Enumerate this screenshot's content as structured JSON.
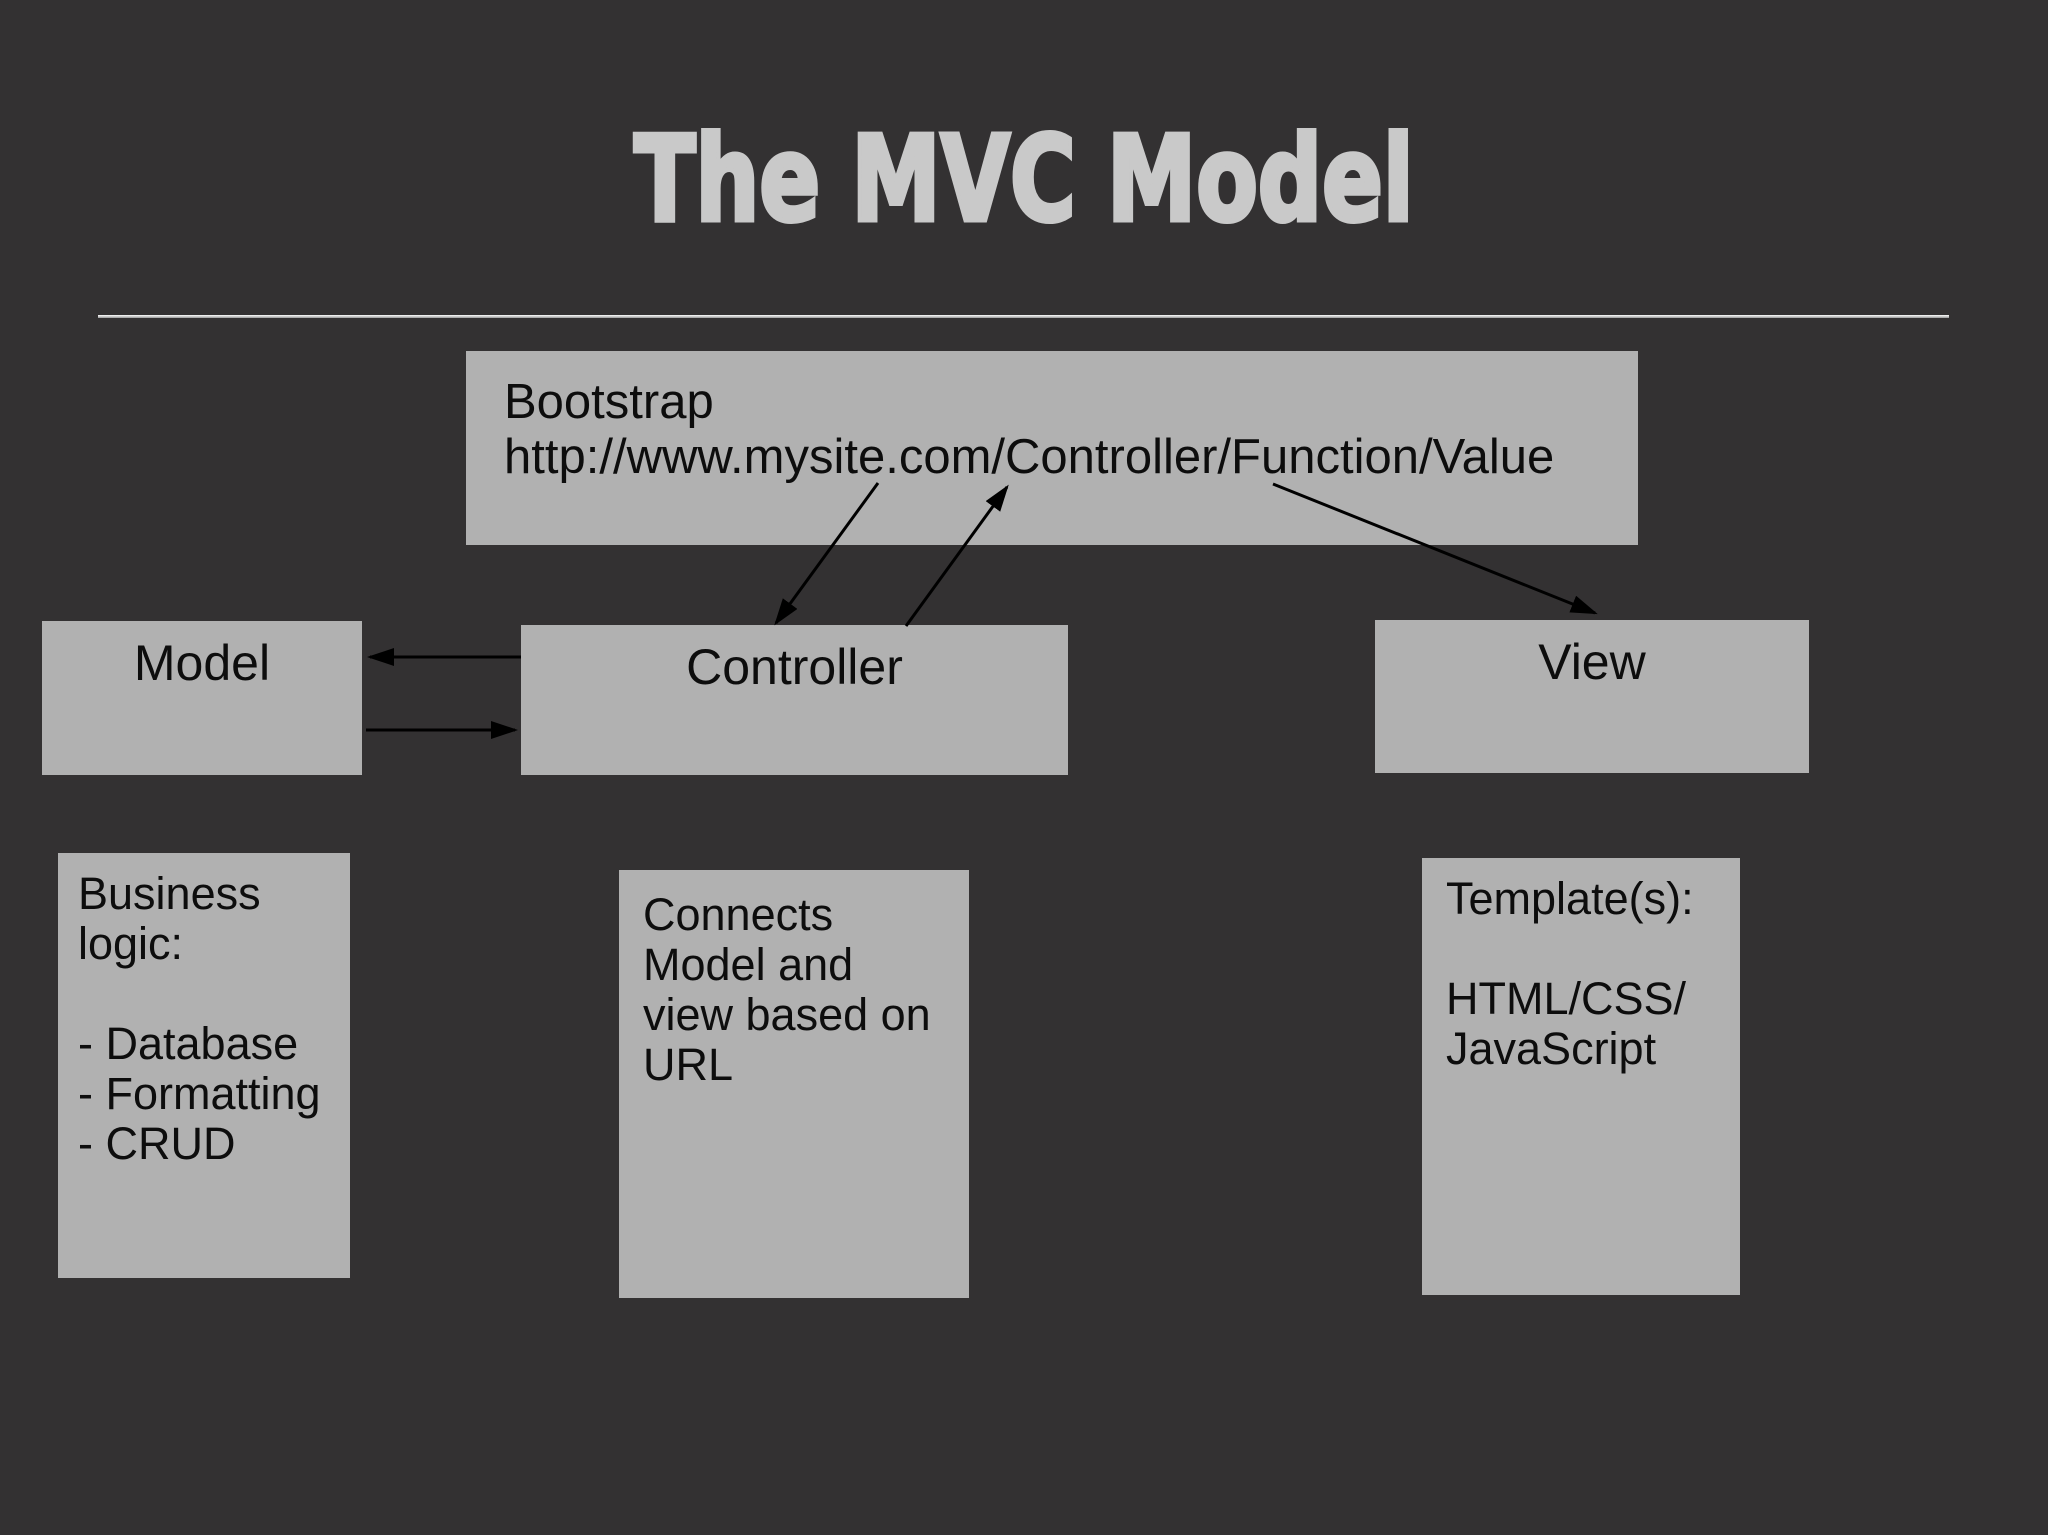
{
  "slide": {
    "title": "The MVC Model",
    "bootstrap": {
      "title": "Bootstrap",
      "url": "http://www.mysite.com/Controller/Function/Value"
    },
    "boxes": {
      "model": "Model",
      "controller": "Controller",
      "view": "View"
    },
    "notes": {
      "model": "Business\nlogic:\n\n- Database\n- Formatting\n- CRUD",
      "controller": "Connects\nModel and\nview based on\nURL",
      "view": "Template(s):\n\nHTML/CSS/\nJavaScript"
    },
    "arrows": [
      {
        "from": "bootstrap-url",
        "to": "controller"
      },
      {
        "from": "controller",
        "to": "bootstrap-url"
      },
      {
        "from": "bootstrap-url",
        "to": "view"
      },
      {
        "from": "controller",
        "to": "model"
      },
      {
        "from": "model",
        "to": "controller"
      }
    ],
    "colors": {
      "background": "#333132",
      "box_fill": "#b1b1b1",
      "box_text": "#0d0d0d",
      "title_text": "#c9c9c9",
      "separator": "#c9c9c9",
      "arrow": "#000000"
    }
  }
}
